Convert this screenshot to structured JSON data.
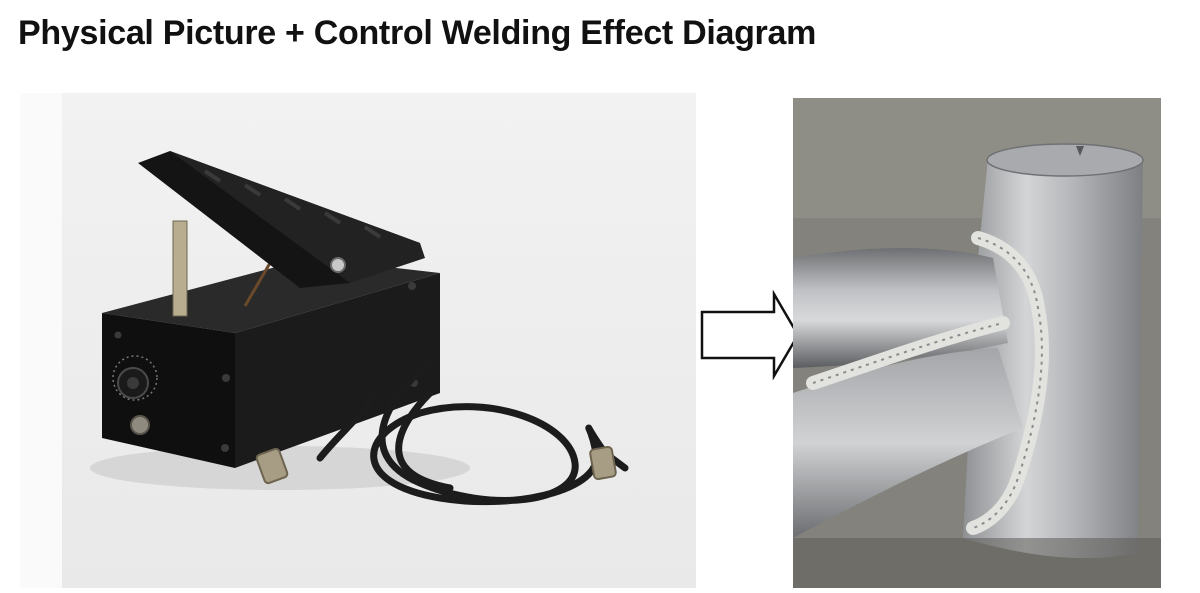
{
  "header": {
    "title": "Physical Picture + Control Welding Effect Diagram"
  },
  "images": {
    "product": {
      "subject": "foot-pedal-controller"
    },
    "result": {
      "subject": "welded-tube-joint"
    }
  },
  "colors": {
    "background": "#ffffff",
    "title_text": "#111111",
    "pedal_body": "#151515",
    "cable": "#1c1c1c",
    "metal_light": "#c9cbcd",
    "metal_dark": "#5f6163",
    "weld_bead": "#d9d9d6"
  },
  "icons": [
    "right-arrow-icon",
    "pedal-icon",
    "dial-knob-icon",
    "connector-icon",
    "weld-bead-icon"
  ]
}
